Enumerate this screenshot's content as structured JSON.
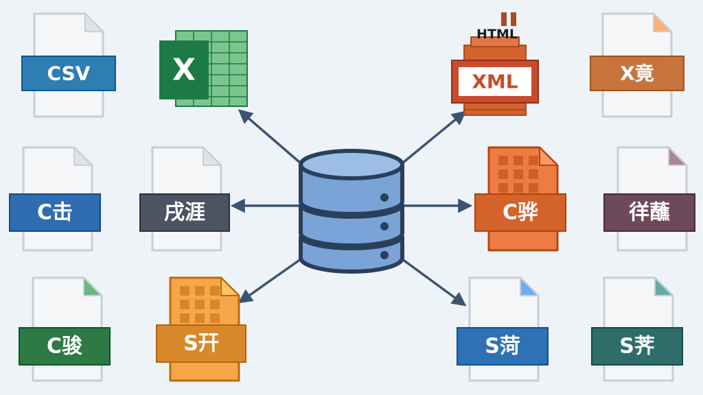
{
  "diagram": {
    "hub": {
      "icon": "database-server-icon"
    },
    "files": [
      {
        "id": "csv",
        "label": "CSV",
        "color": "#2e7db3",
        "style": "doc"
      },
      {
        "id": "excel",
        "label": "X",
        "color": "#1d7a45",
        "style": "excel"
      },
      {
        "id": "xml",
        "label": "XML",
        "caption": "HTML",
        "color": "#c94a2c",
        "style": "xml"
      },
      {
        "id": "x-orange",
        "label": "X竟",
        "color": "#c7743c",
        "style": "doc"
      },
      {
        "id": "c-blue",
        "label": "C击",
        "color": "#2f6db0",
        "style": "doc"
      },
      {
        "id": "gray-mid",
        "label": "戌涯",
        "color": "#4c5363",
        "style": "doc"
      },
      {
        "id": "c-orange",
        "label": "C骅",
        "color": "#d4622b",
        "style": "orangefile"
      },
      {
        "id": "maroon",
        "label": "徉蘸",
        "color": "#6d4a5a",
        "style": "doc"
      },
      {
        "id": "c-green",
        "label": "C骏",
        "color": "#2d7a45",
        "style": "doc"
      },
      {
        "id": "s-amber",
        "label": "S幵",
        "color": "#d8892c",
        "style": "amberfile"
      },
      {
        "id": "s-blue",
        "label": "S菏",
        "color": "#2e72b5",
        "style": "doc"
      },
      {
        "id": "s-teal",
        "label": "S荠",
        "color": "#2f6d6b",
        "style": "doc"
      }
    ]
  }
}
